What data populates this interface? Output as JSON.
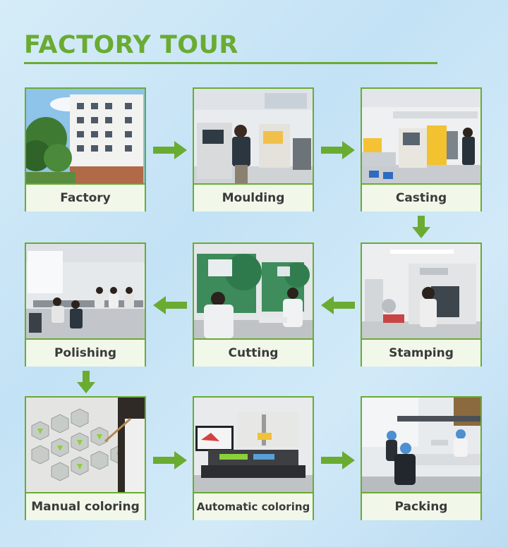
{
  "title": "FACTORY TOUR",
  "colors": {
    "accent": "#6aab32",
    "background": "#cfe8f6"
  },
  "steps": [
    {
      "label": "Factory",
      "icon": "factory-building-photo"
    },
    {
      "label": "Moulding",
      "icon": "moulding-machine-photo"
    },
    {
      "label": "Casting",
      "icon": "casting-machine-photo"
    },
    {
      "label": "Stamping",
      "icon": "stamping-press-photo"
    },
    {
      "label": "Cutting",
      "icon": "cutting-press-photo"
    },
    {
      "label": "Polishing",
      "icon": "polishing-workshop-photo"
    },
    {
      "label": "Manual coloring",
      "icon": "manual-coloring-photo"
    },
    {
      "label": "Automatic coloring",
      "icon": "automatic-coloring-machine-photo"
    },
    {
      "label": "Packing",
      "icon": "packing-workshop-photo"
    }
  ],
  "flow": [
    "right",
    "right",
    "down",
    "left",
    "left",
    "down",
    "right",
    "right"
  ]
}
